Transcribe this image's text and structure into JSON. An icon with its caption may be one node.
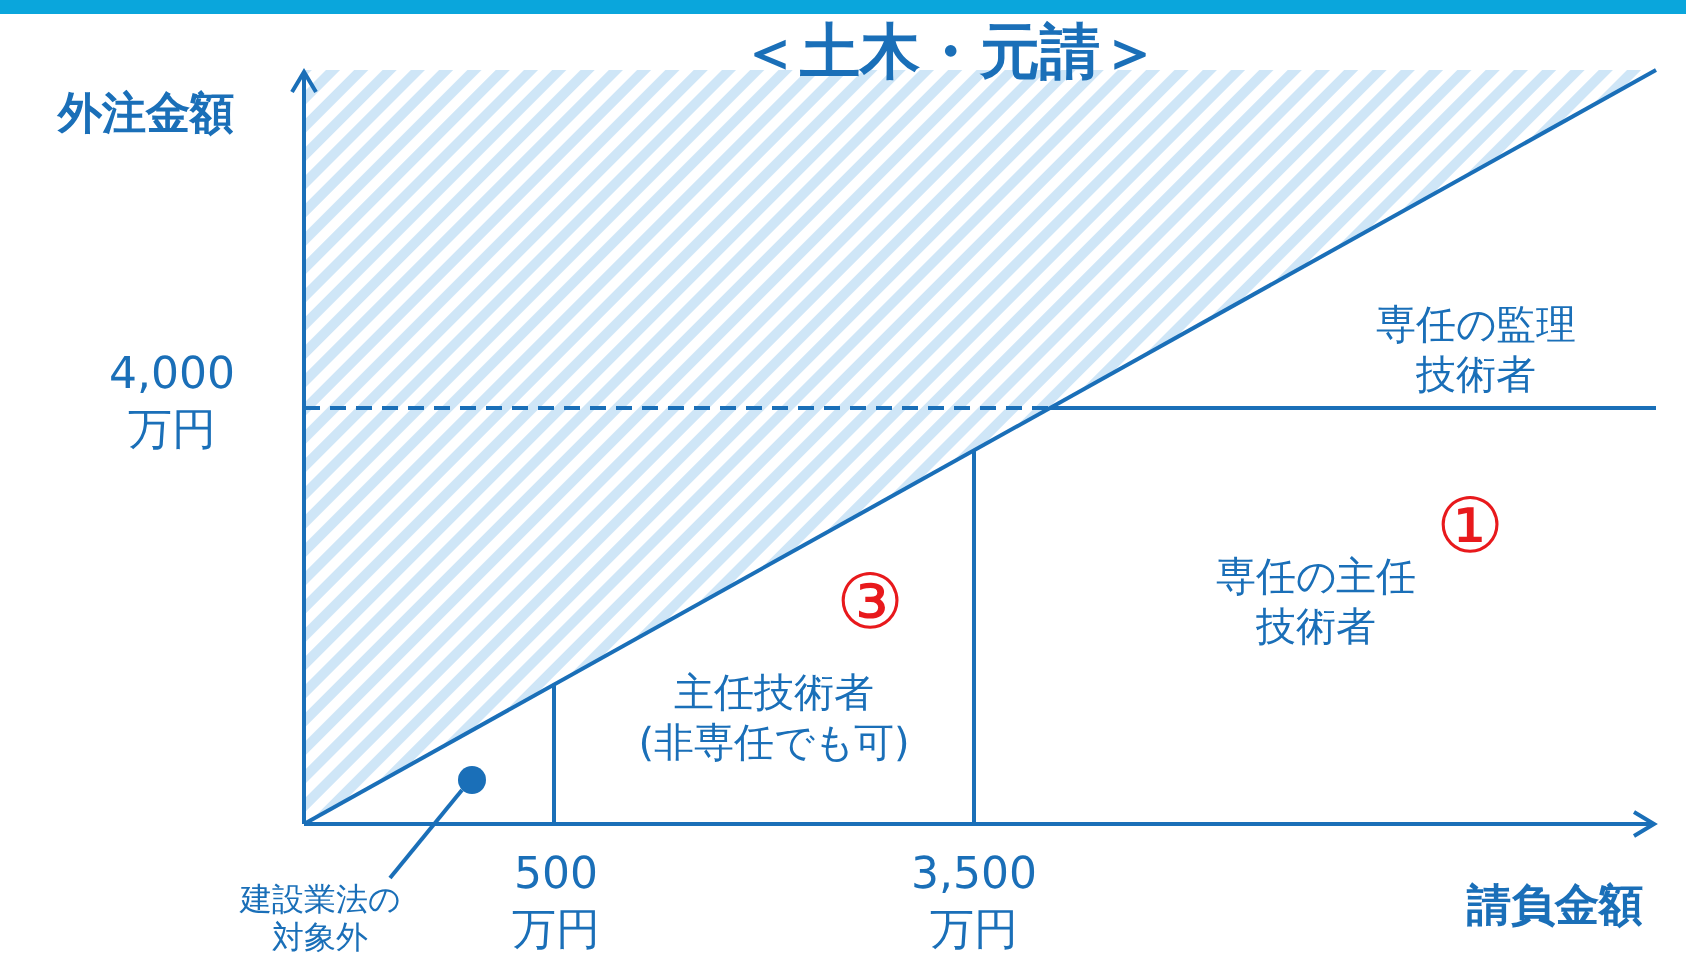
{
  "diagram": {
    "title": "＜土木・元請＞",
    "nodes": [
      {
        "text": [
          "建設業法の対象外"
        ]
      },
      {
        "text": [],
        "shape": "circle"
      }
    ],
    "edges": [
      {
        "from": 0,
        "to": 1,
        "arrow": "none"
      }
    ],
    "labels": [
      "外注金額",
      "4,000万円",
      "専任の監理技術者",
      "③",
      "①",
      "専任の主任技術者",
      "主任技術者(非専任でも可)",
      "500万円",
      "3,500万円",
      "請負金額"
    ]
  }
}
